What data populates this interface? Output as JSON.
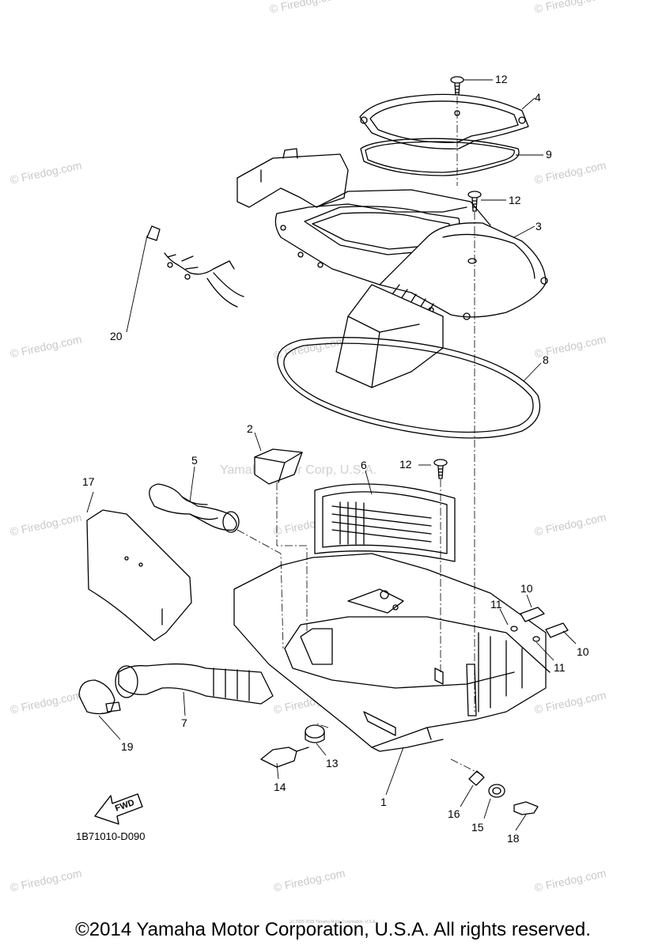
{
  "watermark": "© Firedog.com",
  "center_watermark": "Yamaha Motor Corp, U.S.A.",
  "callouts": {
    "c1": "1",
    "c2": "2",
    "c3": "3",
    "c4": "4",
    "c5": "5",
    "c6": "6",
    "c7": "7",
    "c8": "8",
    "c9": "9",
    "c10a": "10",
    "c10b": "10",
    "c11a": "11",
    "c11b": "11",
    "c12a": "12",
    "c12b": "12",
    "c12c": "12",
    "c13": "13",
    "c14": "14",
    "c15": "15",
    "c16": "16",
    "c17": "17",
    "c18": "18",
    "c19": "19",
    "c20": "20"
  },
  "fwd_label": "FWD",
  "diagram_code": "1B71010-D090",
  "copyright": "©2014 Yamaha Motor Corporation, U.S.A. All rights reserved.",
  "tiny_note": "(c) 2005-2015 Yamaha Motor Corporation, U.S.A."
}
